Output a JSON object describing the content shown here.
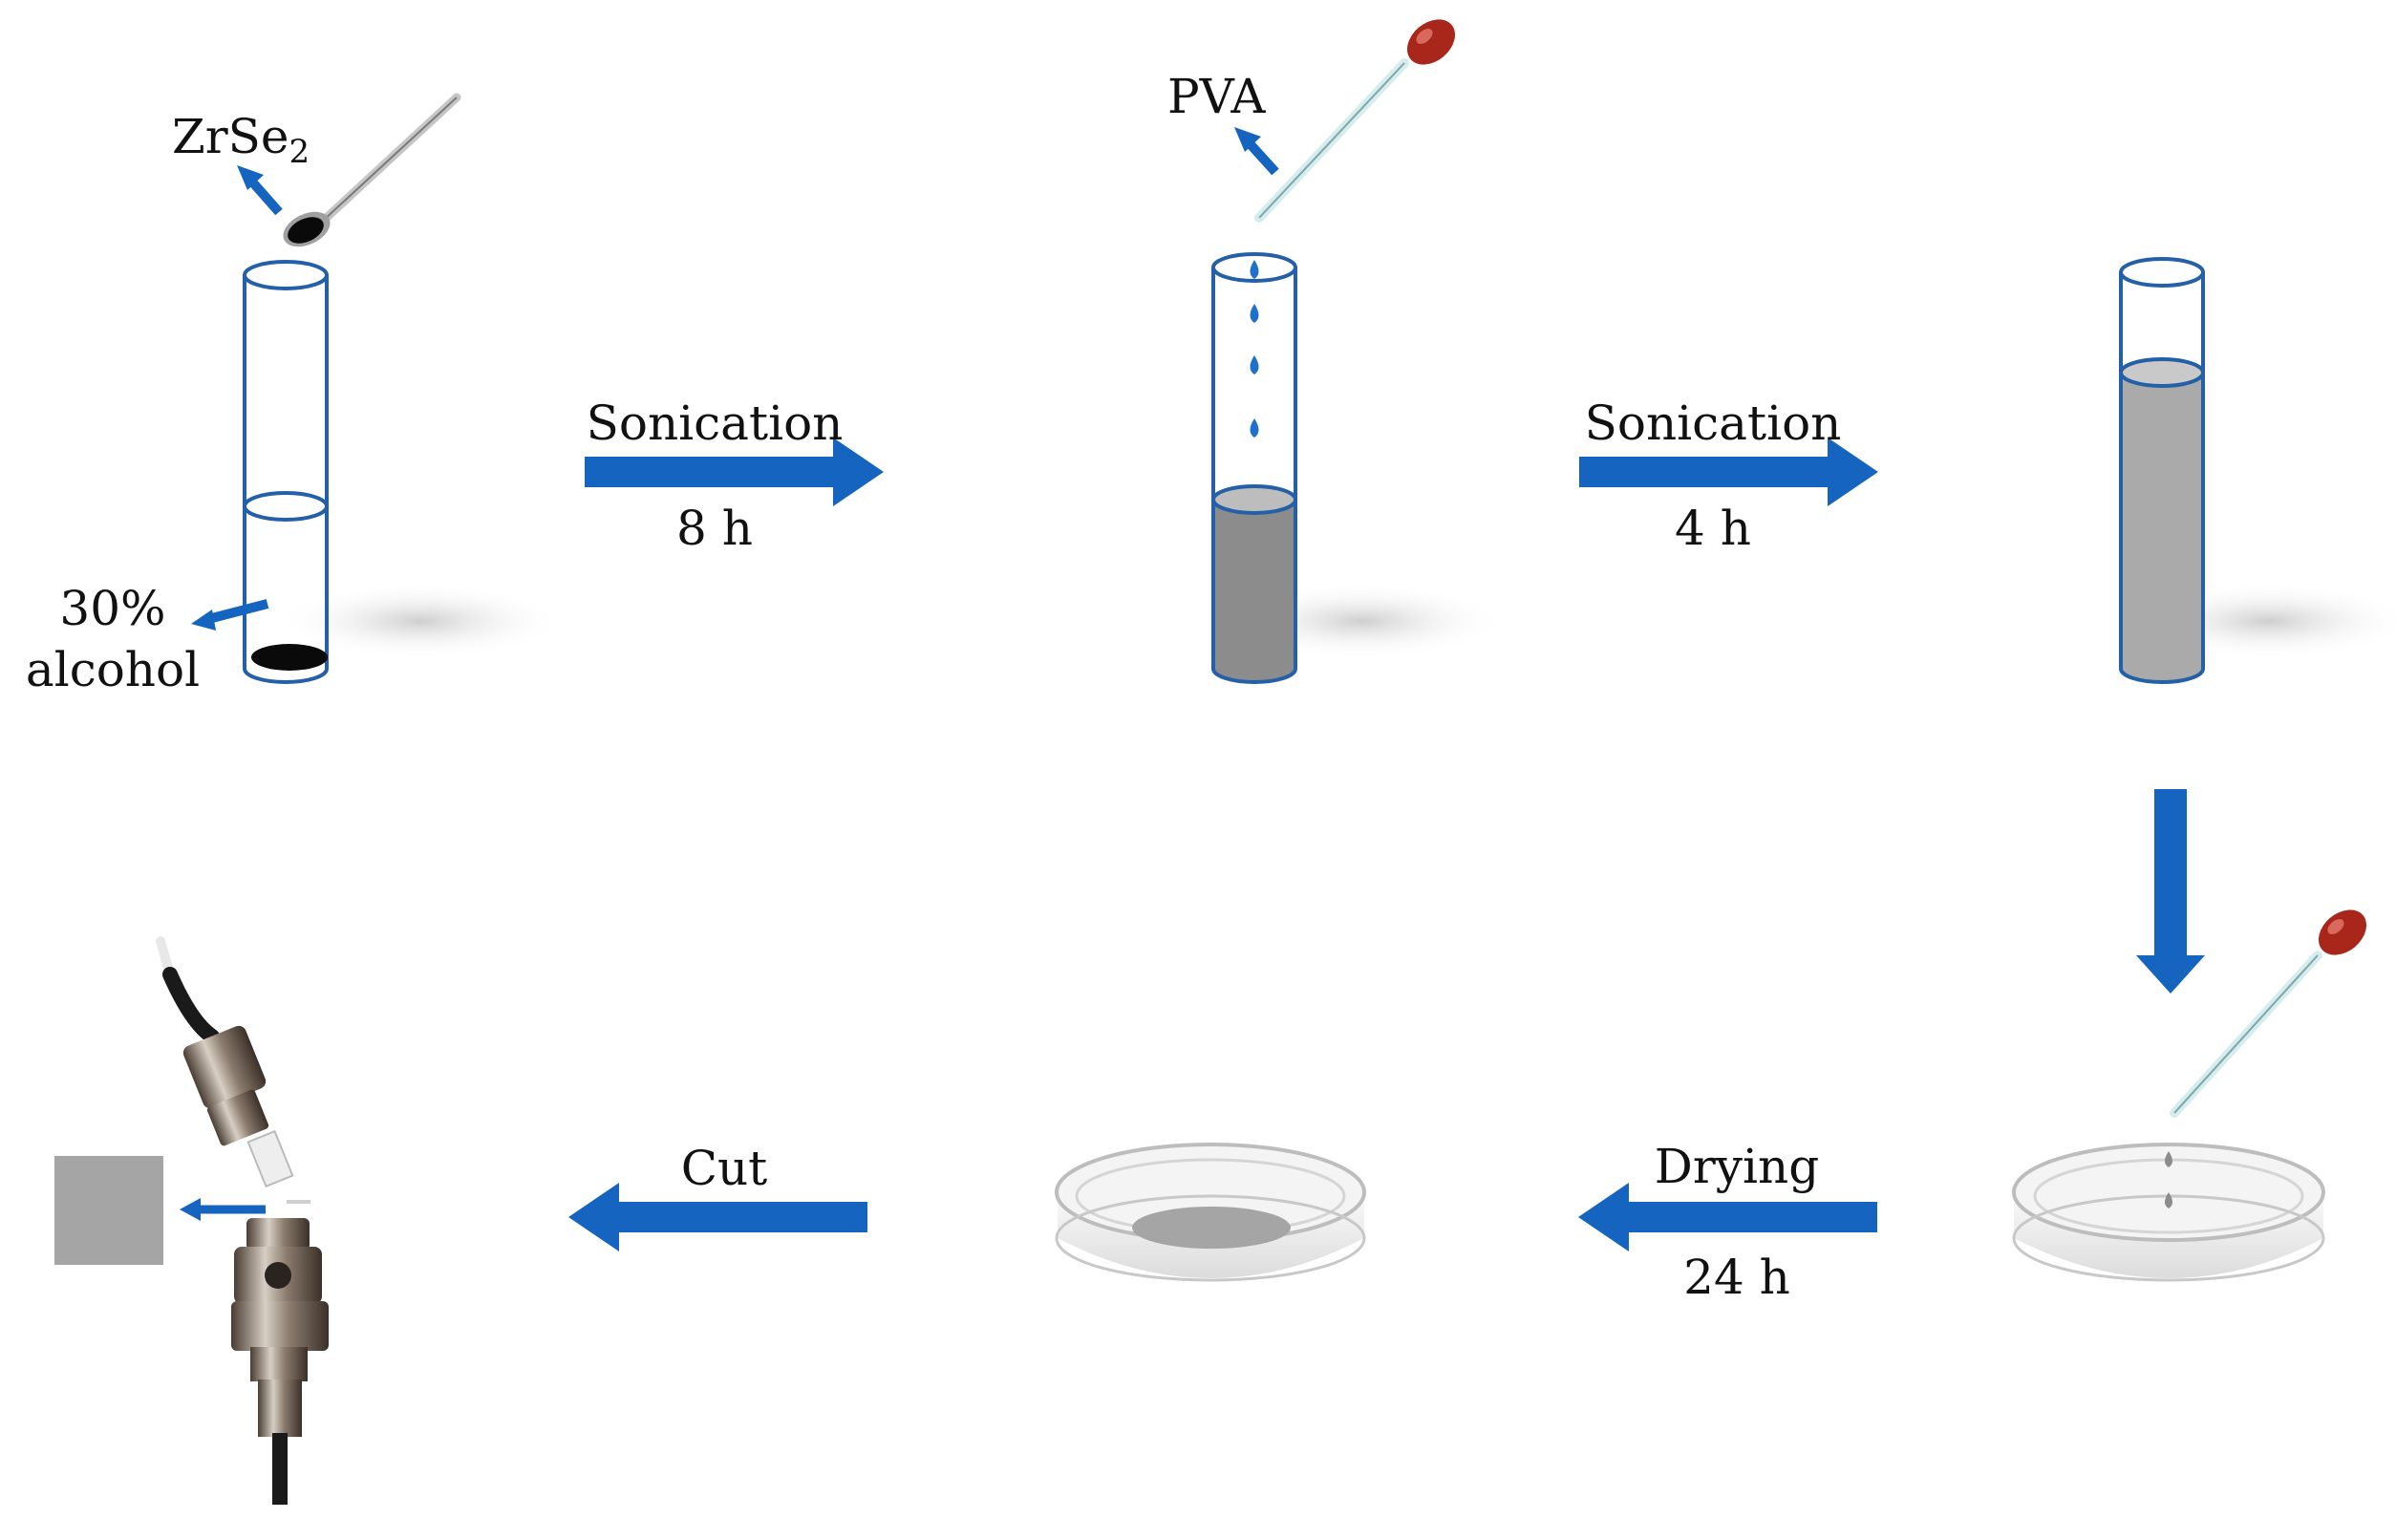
{
  "colors": {
    "arrow": "#1565c0",
    "drop": "#1f6fce",
    "liquid_dark": "#8c8c8c",
    "liquid_light": "#aaaaaa",
    "tube_outline": "#2460a8",
    "bulb": "#a8271a",
    "sample": "#a5a5a5"
  },
  "labels": {
    "zrse2_base": "ZrSe",
    "zrse2_sub": "2",
    "alcohol_line1": "30%",
    "alcohol_line2": "alcohol",
    "pva": "PVA",
    "sonication1_top": "Sonication",
    "sonication1_bottom": "8 h",
    "sonication2_top": "Sonication",
    "sonication2_bottom": "4 h",
    "drying_top": "Drying",
    "drying_bottom": "24 h",
    "cut": "Cut"
  },
  "icons": [
    "spoon-icon",
    "test-tube-icon",
    "dropper-icon",
    "petri-dish-icon",
    "fiber-connector-icon",
    "flow-arrow-icon"
  ]
}
